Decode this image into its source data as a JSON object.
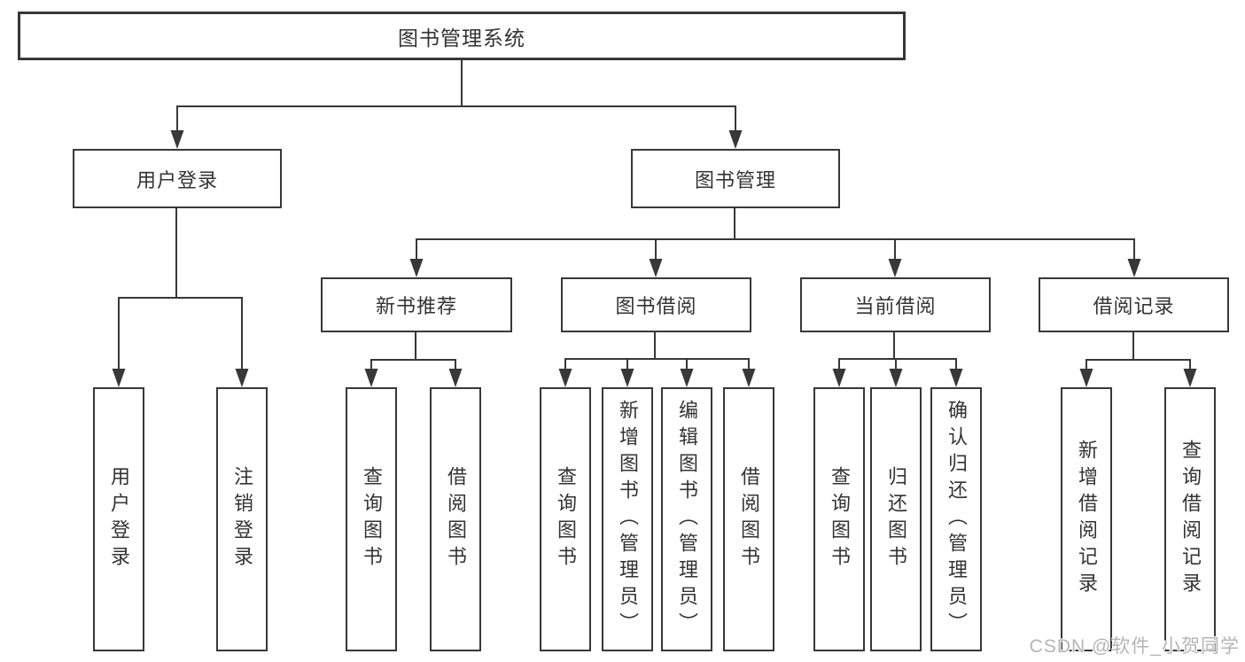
{
  "root": {
    "label": "图书管理系统"
  },
  "level2": {
    "user_login": {
      "label": "用户登录"
    },
    "book_mgmt": {
      "label": "图书管理"
    }
  },
  "categories": [
    {
      "label": "新书推荐"
    },
    {
      "label": "图书借阅"
    },
    {
      "label": "当前借阅"
    },
    {
      "label": "借阅记录"
    }
  ],
  "leaves": {
    "user_login": [
      {
        "label": "用户登录"
      },
      {
        "label": "注销登录"
      }
    ],
    "new_books": [
      {
        "label": "查询图书"
      },
      {
        "label": "借阅图书"
      }
    ],
    "book_borrow": [
      {
        "label": "查询图书"
      },
      {
        "label": "新增图书（管理员）"
      },
      {
        "label": "编辑图书（管理员）"
      },
      {
        "label": "借阅图书"
      }
    ],
    "current_borrow": [
      {
        "label": "查询图书"
      },
      {
        "label": "归还图书"
      },
      {
        "label": "确认归还（管理员）"
      }
    ],
    "borrow_records": [
      {
        "label": "新增借阅记录"
      },
      {
        "label": "查询借阅记录"
      }
    ]
  },
  "watermark": {
    "text": "CSDN @软件_小贺同学"
  },
  "colors": {
    "line": "#383838",
    "text": "#333333",
    "background": "#ffffff",
    "watermark": "#b5b5b5"
  }
}
